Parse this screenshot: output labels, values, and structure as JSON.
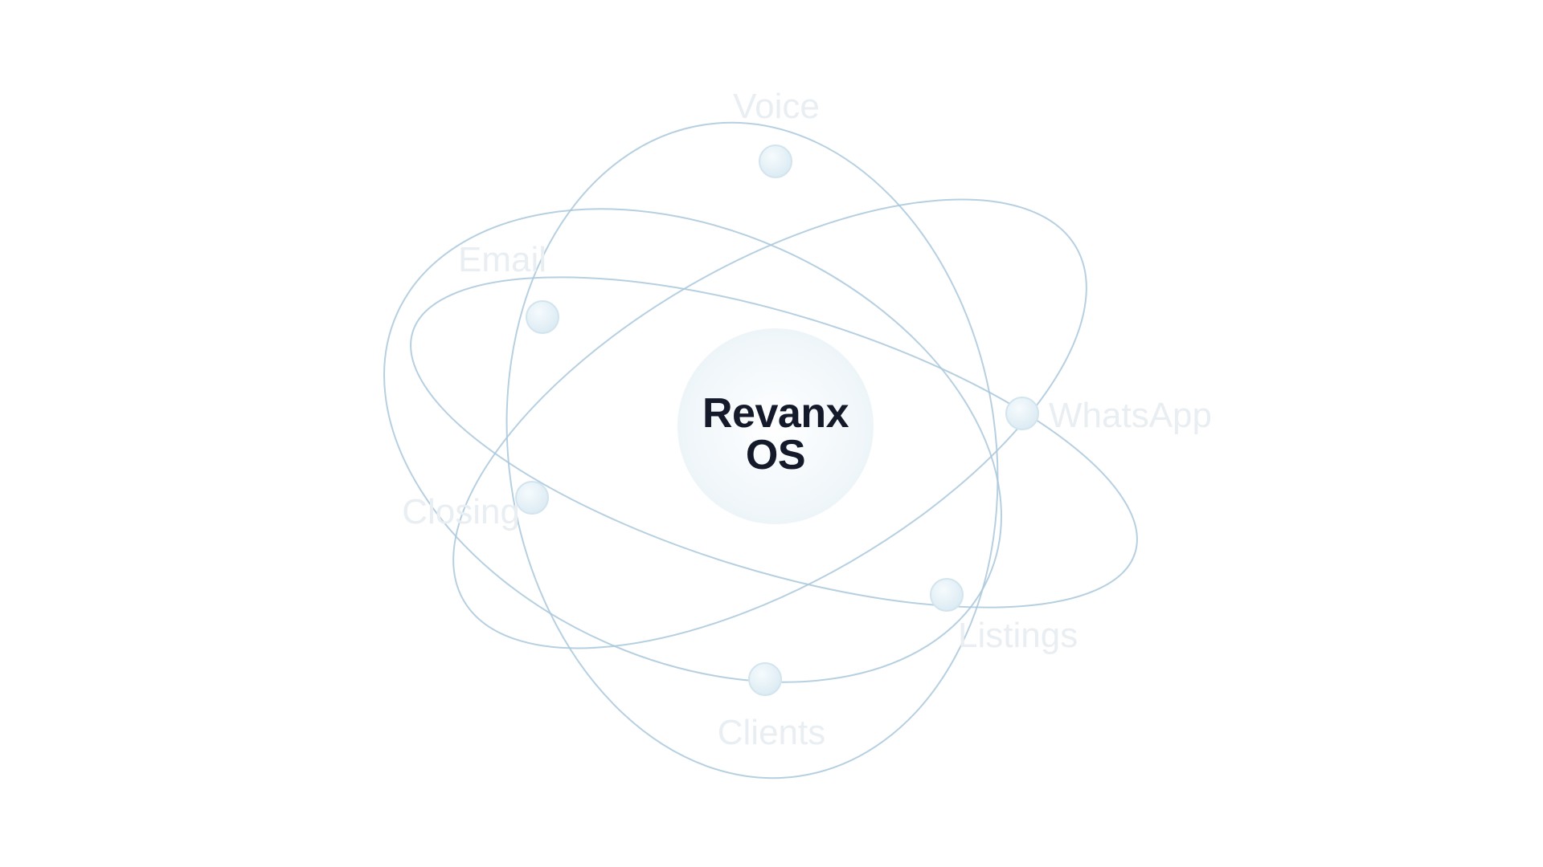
{
  "core": {
    "line1": "Revanx",
    "line2": "OS"
  },
  "nodes": [
    {
      "id": "voice",
      "label": "Voice"
    },
    {
      "id": "email",
      "label": "Email"
    },
    {
      "id": "whatsapp",
      "label": "WhatsApp"
    },
    {
      "id": "closing",
      "label": "Closing"
    },
    {
      "id": "listings",
      "label": "Listings"
    },
    {
      "id": "clients",
      "label": "Clients"
    }
  ],
  "colors": {
    "orbit": "#a9c8dc",
    "node_fill": "#e6f1f7",
    "node_stroke": "#d2e4ee",
    "label": "#e9eef2",
    "core_text": "#141a2a",
    "core_glow": "#f0f6fa"
  }
}
